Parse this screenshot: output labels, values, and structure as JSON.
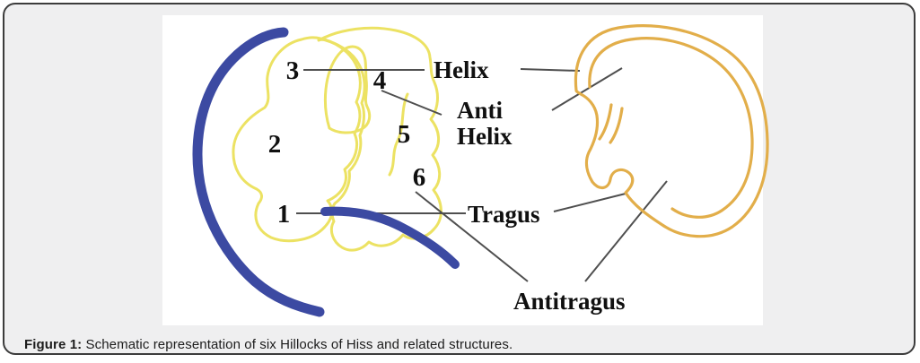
{
  "figure": {
    "labels": {
      "helix": "Helix",
      "anti_line1": "Anti",
      "anti_line2": "Helix",
      "tragus": "Tragus",
      "antitragus": "Antitragus"
    },
    "numbers": [
      "1",
      "2",
      "3",
      "4",
      "5",
      "6"
    ],
    "colors": {
      "hillocks_outline_yellow": "#ece263",
      "adult_ear_outline_gold": "#e2ae4a",
      "meatus_stroke_blue": "#3c4aa2",
      "pointer_line": "#4f4f4f",
      "panel_background": "#ffffff",
      "card_background": "#efeff0",
      "card_border": "#3c3c3c",
      "label_text": "#101010"
    }
  },
  "caption": {
    "label": "Figure 1:",
    "text": " Schematic representation of six Hillocks of Hiss and related structures."
  }
}
